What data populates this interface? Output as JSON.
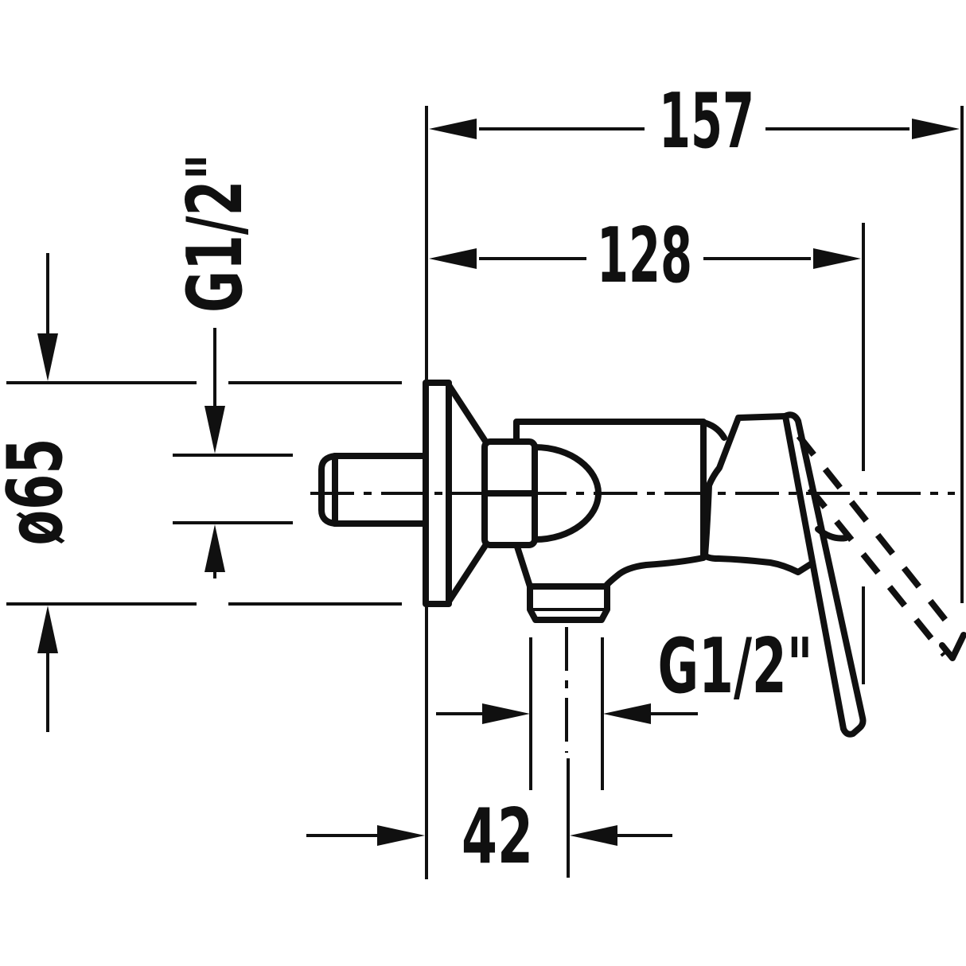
{
  "page": {
    "background": "#ffffff",
    "line_color": "#101010"
  },
  "drawing": {
    "type": "technical-dimension-drawing",
    "subject": "Wall-mounted single-lever shower mixer, side elevation",
    "units": "mm",
    "labels": {
      "overall_depth": "157",
      "depth_to_lever": "128",
      "outlet_offset": "42",
      "inlet_thread": "G1/2\"",
      "outlet_thread": "G1/2\"",
      "escutcheon_diameter": "ø65"
    }
  }
}
